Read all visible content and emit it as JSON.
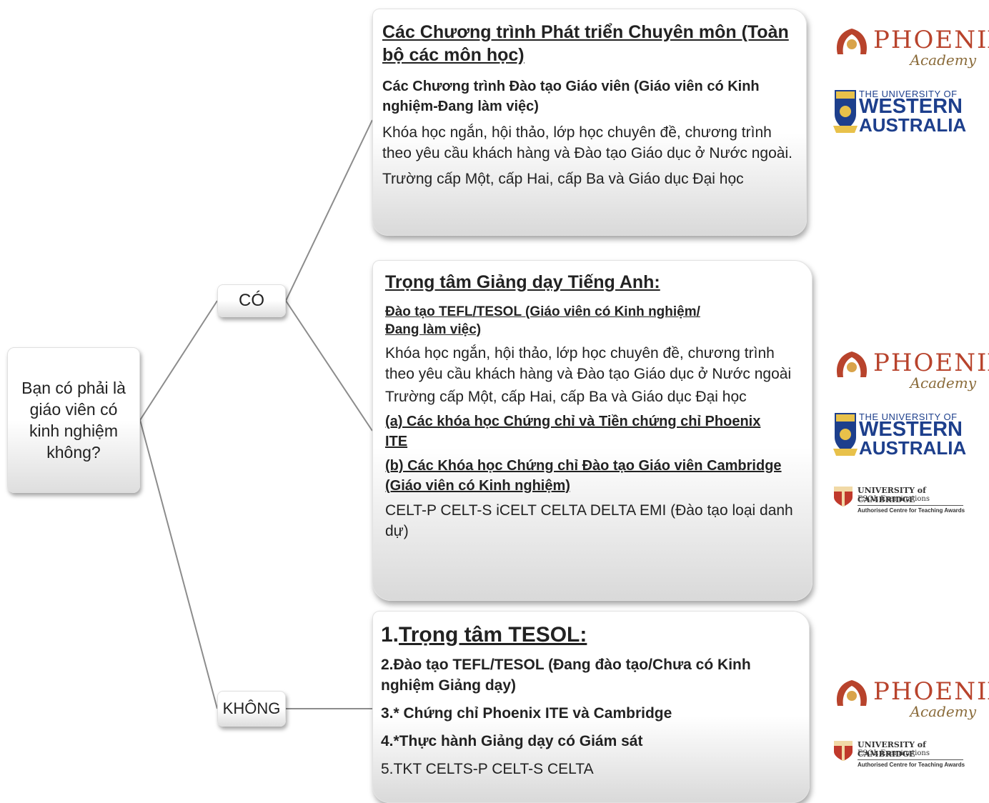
{
  "question": "Bạn có phải là giáo viên có kinh nghiệm không?",
  "yes_label": "CÓ",
  "no_label": "KHÔNG",
  "box1": {
    "title": "Các Chương trình Phát triển Chuyên môn (Toàn bộ các môn học)",
    "subtitle": "Các Chương trình Đào tạo Giáo viên (Giáo viên có Kinh nghiệm-Đang làm việc)",
    "text1": "Khóa học ngắn, hội thảo, lớp học chuyên đề, chương trình theo yêu cầu khách hàng và Đào tạo Giáo dục ở Nước ngoài.",
    "text2": "Trường cấp Một, cấp Hai, cấp Ba và Giáo dục Đại học"
  },
  "box2": {
    "title": "Trọng tâm Giảng dạy Tiếng Anh:",
    "subtitle": "Đào tạo TEFL/TESOL (Giáo viên có Kinh nghiệm/Đang làm việc)",
    "text1": "Khóa học ngắn, hội thảo, lớp học chuyên đề, chương trình theo yêu cầu khách hàng và Đào tạo Giáo dục ở Nước ngoài",
    "text2": "Trường cấp Một, cấp Hai, cấp Ba và Giáo dục Đại học",
    "item_a": "(a)   Các khóa học Chứng chỉ và Tiền chứng chỉ Phoenix ITE",
    "item_b": "(b)   Các Khóa học Chứng chỉ Đào tạo Giáo viên Cambridge (Giáo viên có Kinh nghiệm)",
    "text3": " CELT-P  CELT-S   iCELT  CELTA   DELTA  EMI (Đào tạo loại danh dự)"
  },
  "box3": {
    "title_prefix": "1.",
    "title": "Trọng tâm TESOL:",
    "line2": "2.Đào tạo TEFL/TESOL (Đang đào tạo/Chưa có Kinh nghiệm Giảng dạy)",
    "line3": "3.* Chứng chỉ Phoenix ITE và Cambridge",
    "line4": "4.*Thực hành Giảng dạy có Giám sát",
    "line5": "5.TKT   CELTS-P   CELT-S   CELTA"
  },
  "logos": {
    "phoenix_name": "PHOENIX",
    "phoenix_sub": "Academy",
    "uwa_line1": "THE UNIVERSITY OF",
    "uwa_line2": "WESTERN",
    "uwa_line3": "AUSTRALIA",
    "cam_line1": "UNIVERSITY of CAMBRIDGE",
    "cam_line2": "ESOL Examinations",
    "cam_line3": "Authorised Centre for Teaching Awards"
  },
  "colors": {
    "connector": "#8c8c8c",
    "phoenix": "#b8432c",
    "uwa": "#1d3f8c"
  }
}
